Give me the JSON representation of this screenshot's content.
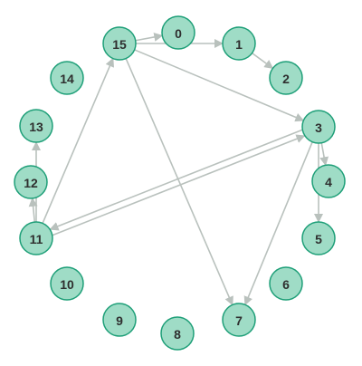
{
  "graph": {
    "nodes": [
      {
        "id": "0",
        "label": "0"
      },
      {
        "id": "1",
        "label": "1"
      },
      {
        "id": "2",
        "label": "2"
      },
      {
        "id": "3",
        "label": "3"
      },
      {
        "id": "4",
        "label": "4"
      },
      {
        "id": "5",
        "label": "5"
      },
      {
        "id": "6",
        "label": "6"
      },
      {
        "id": "7",
        "label": "7"
      },
      {
        "id": "8",
        "label": "8"
      },
      {
        "id": "9",
        "label": "9"
      },
      {
        "id": "10",
        "label": "10"
      },
      {
        "id": "11",
        "label": "11"
      },
      {
        "id": "12",
        "label": "12"
      },
      {
        "id": "13",
        "label": "13"
      },
      {
        "id": "14",
        "label": "14"
      },
      {
        "id": "15",
        "label": "15"
      }
    ],
    "edges": [
      {
        "from": "15",
        "to": "0"
      },
      {
        "from": "15",
        "to": "1"
      },
      {
        "from": "15",
        "to": "3"
      },
      {
        "from": "15",
        "to": "7"
      },
      {
        "from": "1",
        "to": "2"
      },
      {
        "from": "3",
        "to": "4"
      },
      {
        "from": "3",
        "to": "5"
      },
      {
        "from": "3",
        "to": "7"
      },
      {
        "from": "3",
        "to": "11"
      },
      {
        "from": "11",
        "to": "3"
      },
      {
        "from": "11",
        "to": "12"
      },
      {
        "from": "11",
        "to": "13"
      },
      {
        "from": "11",
        "to": "15"
      }
    ],
    "colors": {
      "node_fill": "#9fdcc6",
      "node_stroke": "#1e9f78",
      "edge": "#b9c1bd",
      "label": "#2f2f2f"
    }
  }
}
